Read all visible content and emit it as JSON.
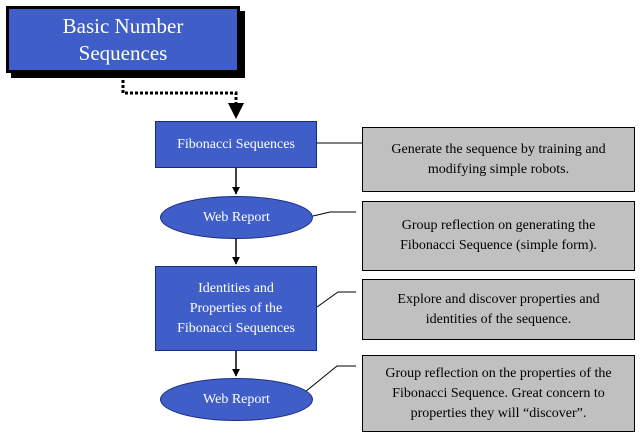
{
  "title": {
    "line1": "Basic Number",
    "line2": "Sequences"
  },
  "steps": [
    {
      "line1": "Fibonacci Sequences"
    },
    {
      "line1": "Identities and",
      "line2": "Properties of the",
      "line3": "Fibonacci Sequences"
    }
  ],
  "reports": [
    {
      "label": "Web Report"
    },
    {
      "label": "Web Report"
    }
  ],
  "notes": [
    {
      "line1": "Generate the sequence by training and",
      "line2": "modifying simple robots."
    },
    {
      "line1": "Group reflection on generating the",
      "line2": "Fibonacci Sequence (simple form)."
    },
    {
      "line1": "Explore and discover properties and",
      "line2": "identities of the sequence."
    },
    {
      "line1": "Group reflection on the properties of the",
      "line2": "Fibonacci Sequence. Great concern to",
      "line3": "properties they will “discover”."
    }
  ]
}
